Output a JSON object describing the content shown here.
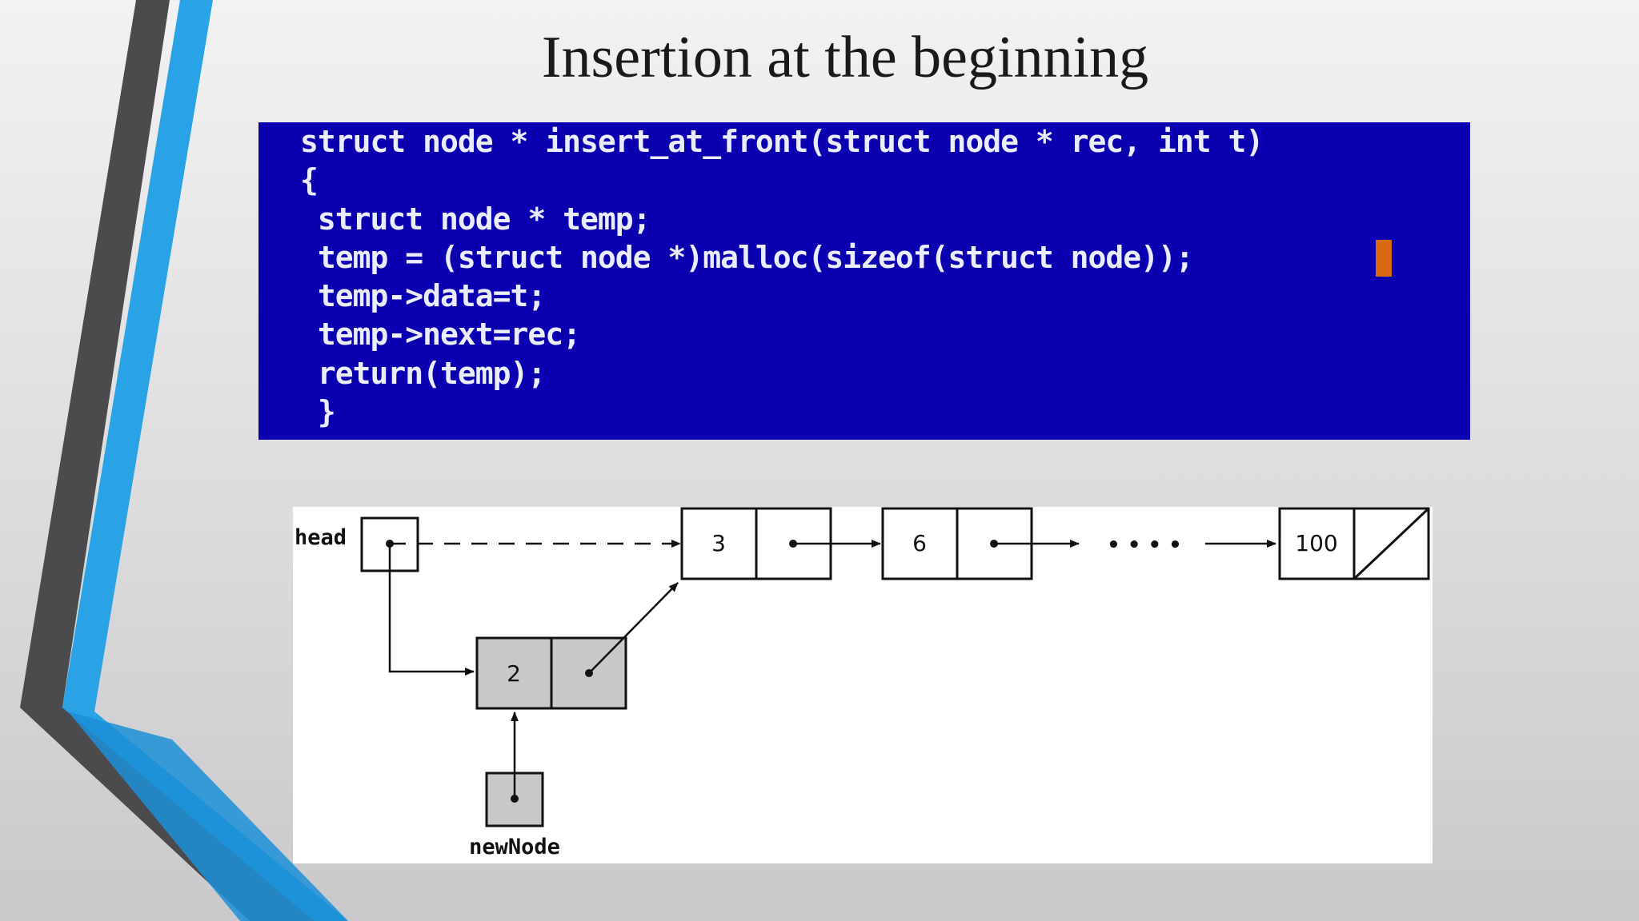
{
  "slide": {
    "title": "Insertion at the beginning"
  },
  "code": {
    "lines": [
      "struct node * insert_at_front(struct node * rec, int t)",
      "{",
      " struct node * temp;",
      " temp = (struct node *)malloc(sizeof(struct node));",
      " temp->data=t;",
      " temp->next=rec;",
      " return(temp);",
      " }"
    ],
    "colors": {
      "background": "#0b00b0",
      "keyword": "#ececff",
      "identifier": "#23d3a0",
      "cursor": "#d86a12"
    }
  },
  "diagram": {
    "head_label": "head",
    "new_node_label": "newNode",
    "list_values": [
      "3",
      "6",
      "100"
    ],
    "inserted_value": "2",
    "ellipsis": "• • • •",
    "colors": {
      "inserted_fill": "#c8c8c8",
      "stroke": "#111111"
    }
  }
}
